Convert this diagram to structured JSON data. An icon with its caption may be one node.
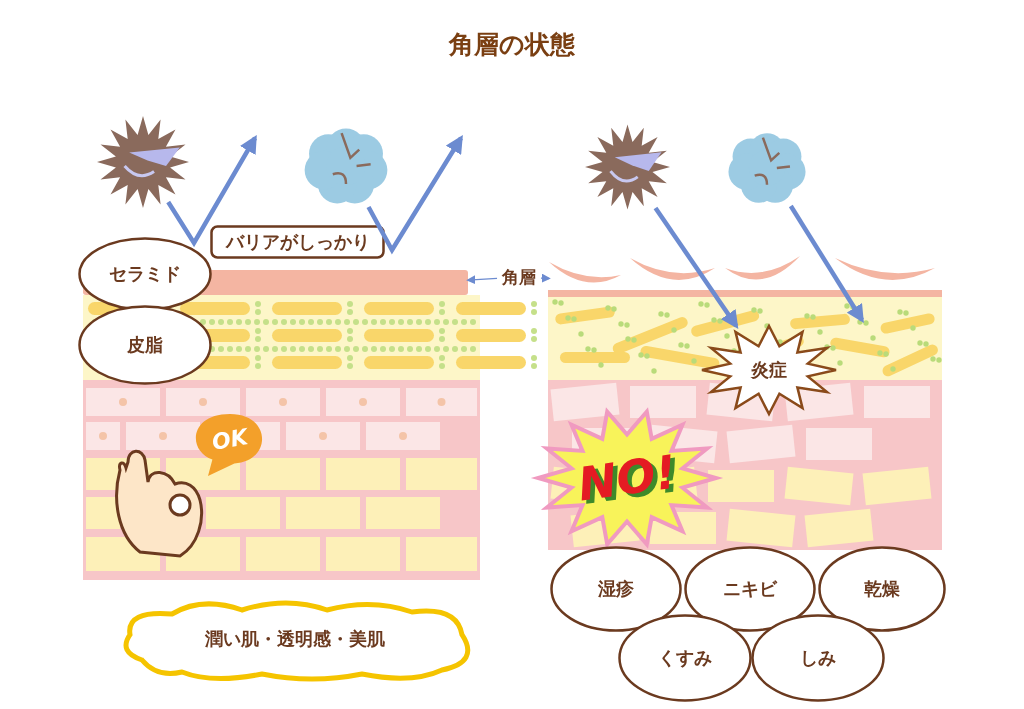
{
  "diagram": {
    "title": "角層の状態",
    "nodes": [
      {
        "text": [],
        "shape": "picture"
      },
      {
        "text": [],
        "shape": "picture"
      },
      {
        "text": [
          "バリアがしっかり"
        ]
      },
      {
        "text": [
          "セラミド"
        ]
      },
      {
        "text": [
          "皮脂"
        ]
      },
      {
        "text": [],
        "shape": "bar"
      },
      {
        "text": [
          "角層"
        ]
      },
      {
        "text": [],
        "shape": "bar"
      },
      {
        "text": [],
        "shape": "picture"
      },
      {
        "text": [],
        "shape": "picture"
      },
      {
        "text": [
          "炎症"
        ]
      },
      {
        "text": [
          "OK"
        ]
      },
      {
        "text": [
          "NO!"
        ]
      },
      {
        "text": [
          "潤い肌・透明感・美肌"
        ]
      },
      {
        "text": [
          "湿疹"
        ]
      },
      {
        "text": [
          "ニキビ"
        ]
      },
      {
        "text": [
          "乾燥"
        ]
      },
      {
        "text": [
          "くすみ"
        ]
      },
      {
        "text": [
          "しみ"
        ]
      }
    ],
    "edges": [
      {
        "from": 0,
        "to": null,
        "arrow": "to"
      },
      {
        "from": 1,
        "to": null,
        "arrow": "to"
      },
      {
        "from": 6,
        "to": 5,
        "arrow": "to"
      },
      {
        "from": 6,
        "to": 7,
        "arrow": "to"
      },
      {
        "from": 8,
        "to": 10,
        "arrow": "to"
      },
      {
        "from": 9,
        "to": null,
        "arrow": "to"
      }
    ]
  }
}
